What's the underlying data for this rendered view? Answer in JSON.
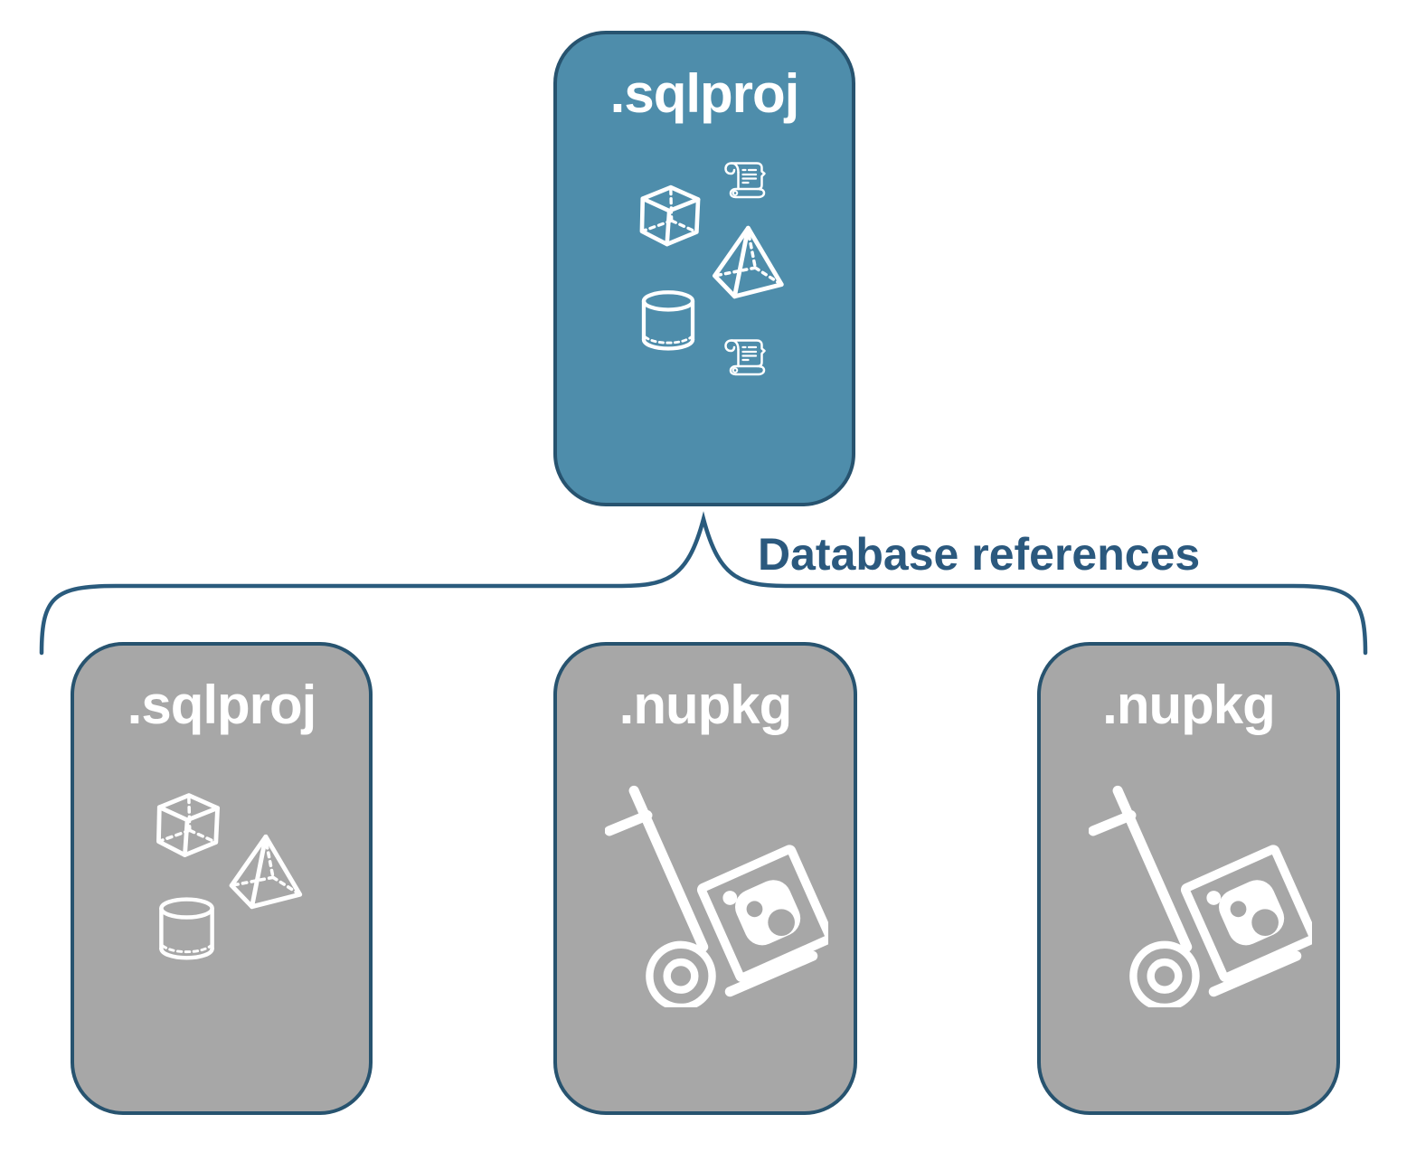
{
  "colors": {
    "background": "#FFFFFF",
    "card_border": "#27536F",
    "connector": "#2A5B7D",
    "label_text": "#2B597E",
    "root_card_fill": "#4E8DAB",
    "child_card_fill": "#A7A7A7",
    "icon_color": "#FFFFFF",
    "title_text": "#FFFFFF"
  },
  "root_card": {
    "title": ".sqlproj",
    "icons": [
      "scroll-icon",
      "cube-icon",
      "pyramid-icon",
      "cylinder-icon",
      "scroll-icon"
    ]
  },
  "connector": {
    "label": "Database references",
    "shape": "upward-curly-brace"
  },
  "child_cards": [
    {
      "title": ".sqlproj",
      "icons": [
        "cube-icon",
        "pyramid-icon",
        "cylinder-icon"
      ]
    },
    {
      "title": ".nupkg",
      "icons": [
        "package-handtruck-icon"
      ]
    },
    {
      "title": ".nupkg",
      "icons": [
        "package-handtruck-icon"
      ]
    }
  ]
}
